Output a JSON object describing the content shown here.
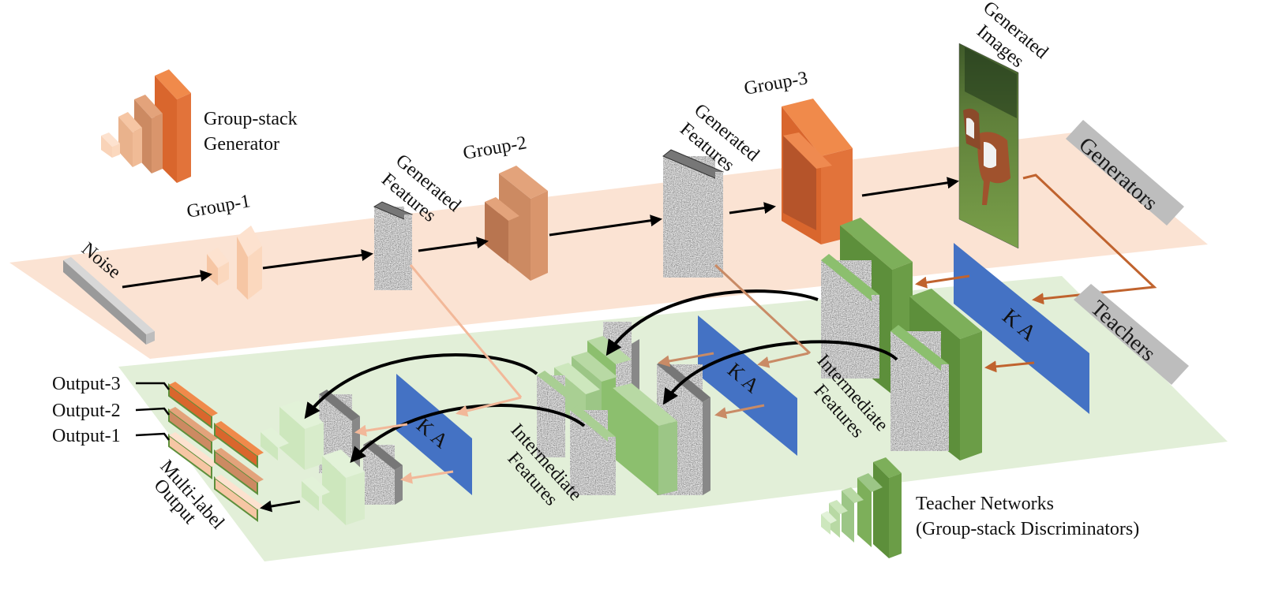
{
  "legend": {
    "generator_line1": "Group-stack",
    "generator_line2": "Generator",
    "teacher_line1": "Teacher Networks",
    "teacher_line2": "(Group-stack Discriminators)"
  },
  "generator_row": {
    "noise": "Noise",
    "group1": "Group-1",
    "group2": "Group-2",
    "group3": "Group-3",
    "gen_features_1_line1": "Generated",
    "gen_features_1_line2": "Features",
    "gen_features_2_line1": "Generated",
    "gen_features_2_line2": "Features",
    "gen_images_line1": "Generated",
    "gen_images_line2": "Images",
    "band_label": "Generators"
  },
  "teacher_row": {
    "band_label": "Teachers",
    "ka_top": "K A",
    "ka_mid": "K A",
    "ka_low": "K A",
    "inter_features_1_line1": "Intermediate",
    "inter_features_1_line2": "Features",
    "inter_features_2_line1": "Intermediate",
    "inter_features_2_line2": "Features"
  },
  "outputs": {
    "output3": "Output-3",
    "output2": "Output-2",
    "output1": "Output-1",
    "multi_line1": "Multi-label",
    "multi_line2": "Output"
  },
  "colors": {
    "gen_plane": "#fbe3d3",
    "teach_plane": "#e2efd8",
    "orange_dark": "#d9662d",
    "orange_mid": "#d39470",
    "orange_light": "#f9d3b8",
    "green_dark": "#5d8f3b",
    "green_mid": "#9cc686",
    "green_light": "#d3ebc4",
    "ka_blue": "#4472c4",
    "gray_label": "#bdbdbd"
  }
}
